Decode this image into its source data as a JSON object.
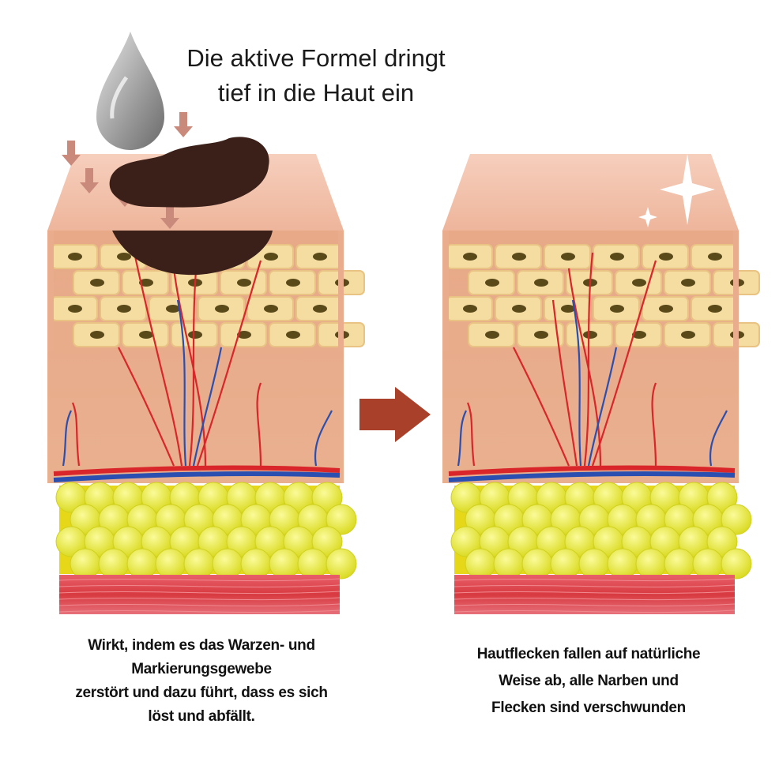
{
  "headline": {
    "line1": "Die aktive Formel dringt",
    "line2": "tief in die Haut ein"
  },
  "before": {
    "caption": [
      "Wirkt, indem es das Warzen- und",
      "Markierungsgewebe",
      "zerstört und dazu führt, dass es sich",
      "löst und abfällt."
    ]
  },
  "after": {
    "caption": [
      "Hautflecken fallen auf natürliche",
      "Weise ab, alle Narben und",
      "Flecken sind verschwunden"
    ]
  },
  "colors": {
    "skin_top": "#f3c4ae",
    "skin_front": "#e9ac8c",
    "cells": "#f5dca0",
    "fat": "#e6e62a",
    "muscle": "#e04a4c",
    "vein_red": "#d8262a",
    "vein_blue": "#2a4fb0",
    "mole": "#3a2018",
    "arrow": "#a8402a",
    "push_arrow": "#c98a7c"
  }
}
